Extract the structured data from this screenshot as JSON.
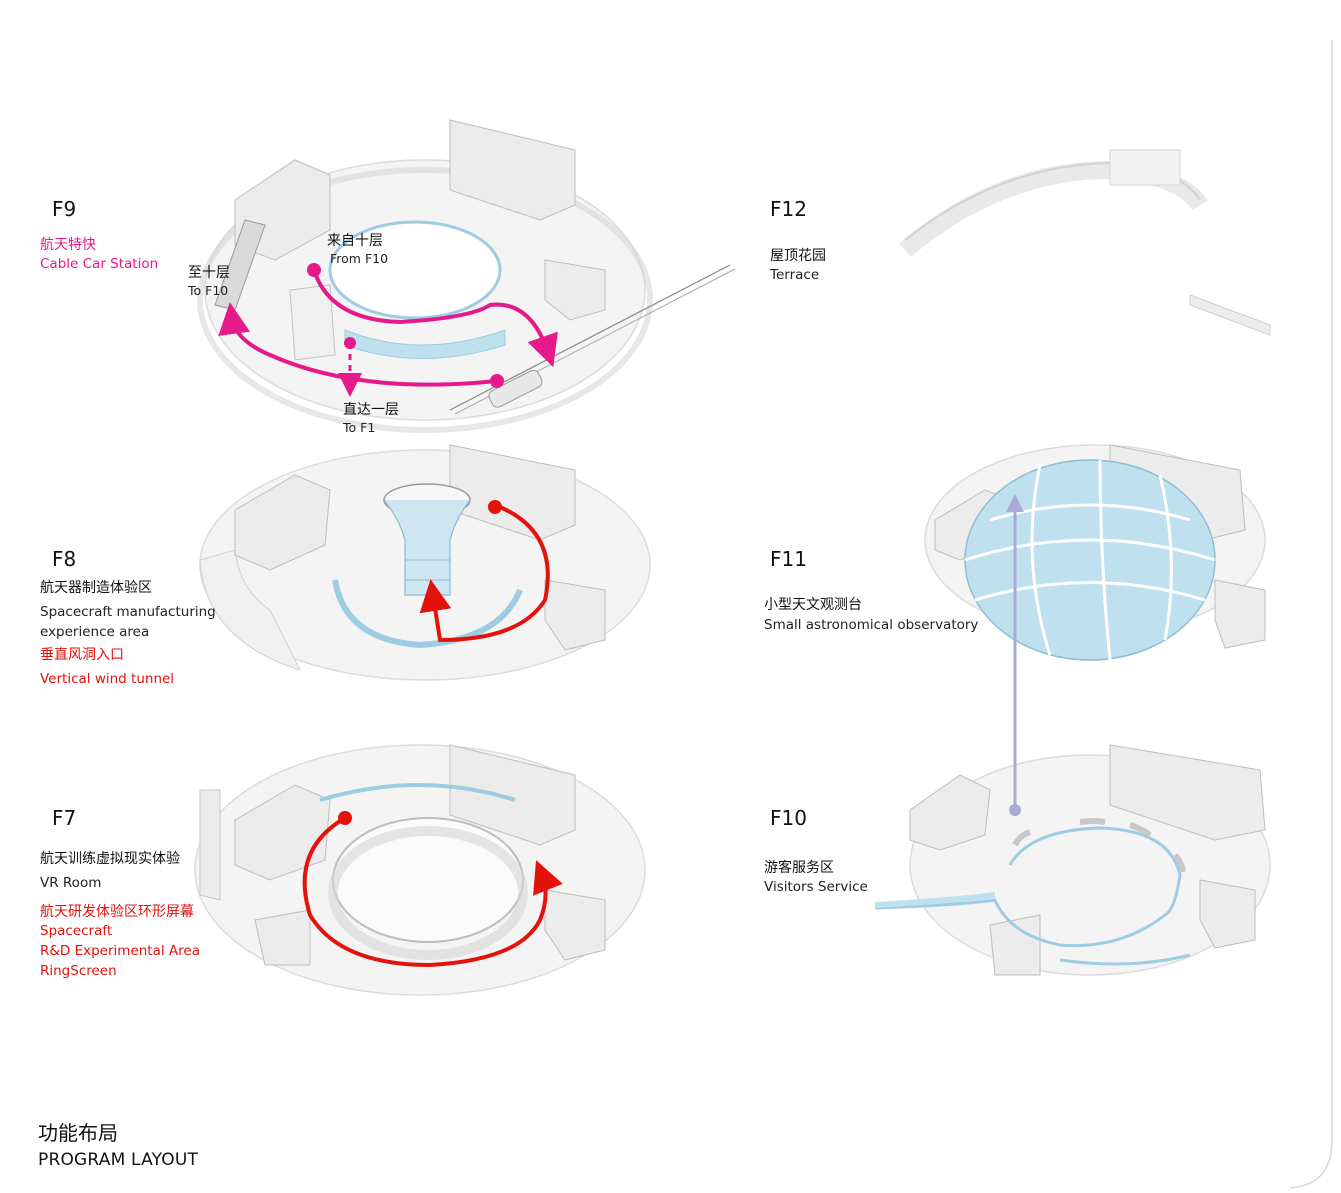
{
  "colors": {
    "magenta": "#e6198a",
    "red": "#e3120b",
    "lavender": "#a9aad6",
    "glass": "#bfe0ef",
    "wall": "#f2f2f2",
    "shadow": "#c9c9c9"
  },
  "floors": {
    "f9": {
      "name": "F9",
      "zh": "航天特快",
      "en": "Cable Car Station",
      "from_zh": "来自十层",
      "from_en": "From F10",
      "to10_zh": "至十层",
      "to10_en": "To F10",
      "to1_zh": "直达一层",
      "to1_en": "To F1"
    },
    "f8": {
      "name": "F8",
      "zh": "航天器制造体验区",
      "en_line1": "Spacecraft manufacturing",
      "en_line2": "experience area",
      "red_zh": "垂直风洞入口",
      "red_en": "Vertical wind tunnel"
    },
    "f7": {
      "name": "F7",
      "zh": "航天训练虚拟现实体验",
      "en": "VR Room",
      "red_zh": "航天研发体验区环形屏幕",
      "red_en1": "Spacecraft",
      "red_en2": "R&D Experimental Area",
      "red_en3": "RingScreen"
    },
    "f12": {
      "name": "F12",
      "zh": "屋顶花园",
      "en": "Terrace"
    },
    "f11": {
      "name": "F11",
      "zh": "小型天文观测台",
      "en": "Small astronomical observatory"
    },
    "f10": {
      "name": "F10",
      "zh": "游客服务区",
      "en": "Visitors Service"
    }
  },
  "title": {
    "zh": "功能布局",
    "en": "PROGRAM LAYOUT"
  }
}
